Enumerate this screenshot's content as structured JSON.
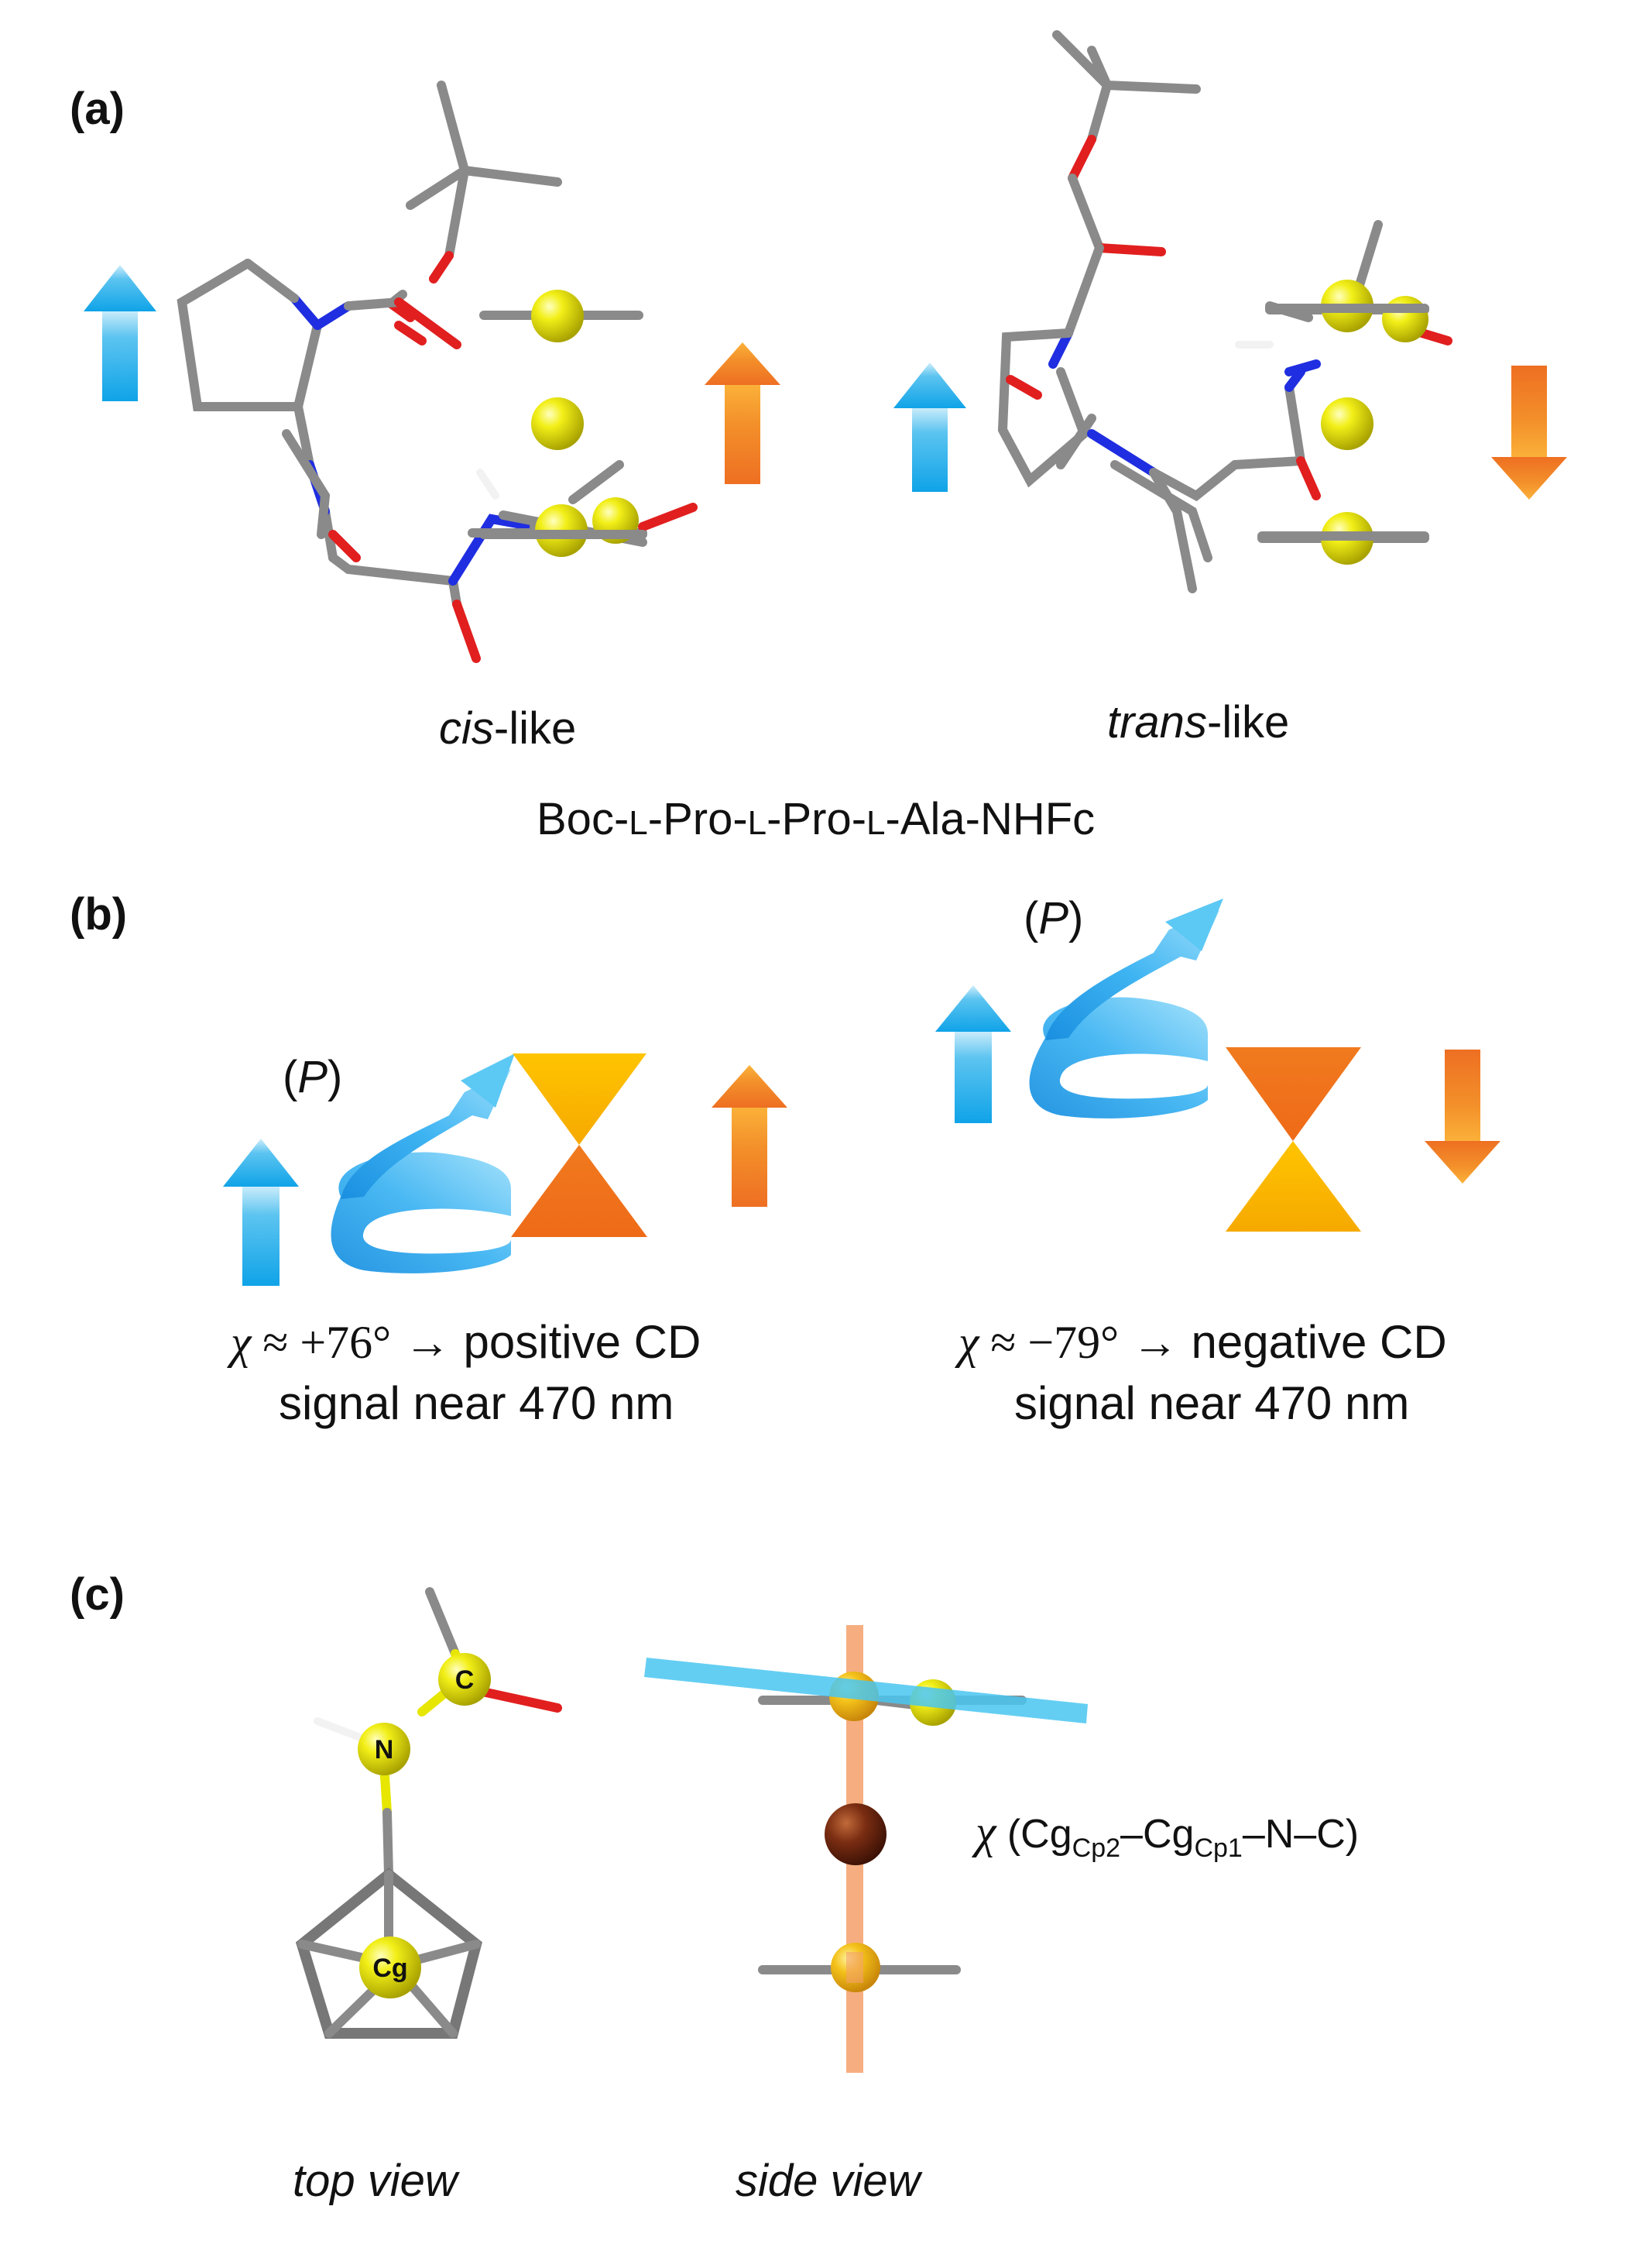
{
  "panels": {
    "a": {
      "label": "(a)",
      "conformer_left_italic": "cis",
      "conformer_left_rest": "-like",
      "conformer_right_italic": "trans",
      "conformer_right_rest": "-like",
      "compound": {
        "boc": "Boc-",
        "l1": "L",
        "pro1": "-Pro-",
        "l2": "L",
        "pro2": "-Pro-",
        "l3": "L",
        "ala": "-Ala-NHFc"
      }
    },
    "b": {
      "label": "(b)",
      "helix_left_label_open": "(",
      "helix_left_label_italic": "P",
      "helix_left_label_close": ")",
      "helix_right_label_open": "(",
      "helix_right_label_italic": "P",
      "helix_right_label_close": ")",
      "left_caption": {
        "chi": "χ",
        "value": " ≈ +76°",
        "arrow": " → ",
        "line1_rest": "positive CD",
        "line2": "signal near 470 nm"
      },
      "right_caption": {
        "chi": "χ",
        "value": " ≈ −79°",
        "arrow": " → ",
        "line1_rest": "negative CD",
        "line2": "signal near 470 nm"
      }
    },
    "c": {
      "label": "(c)",
      "atom_c": "C",
      "atom_n": "N",
      "atom_cg": "Cg",
      "dihedral": {
        "chi": "χ",
        "open": " (Cg",
        "sub1": "Cp2",
        "mid": "–Cg",
        "sub2": "Cp1",
        "close": "–N–C)"
      },
      "top_view": "top view",
      "side_view": "side view"
    }
  },
  "colors": {
    "blue_arrow": "#1aa9e6",
    "orange_arrow": "#ef7a21",
    "yellow_atom": "#e8e400",
    "fe_atom": "#7a2d12",
    "cp_plane": "#49c6f0",
    "axis_bar": "#f4a06a"
  }
}
